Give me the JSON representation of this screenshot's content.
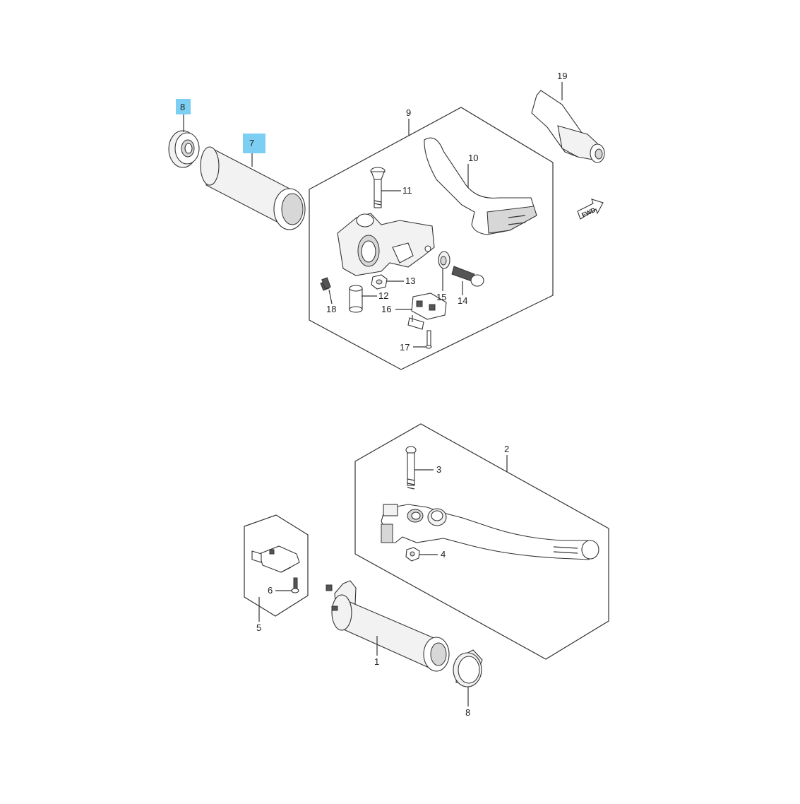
{
  "callouts": {
    "c1": "1",
    "c2": "2",
    "c3": "3",
    "c4": "4",
    "c5": "5",
    "c6": "6",
    "c7": "7",
    "c8a": "8",
    "c8b": "8",
    "c9": "9",
    "c10": "10",
    "c11": "11",
    "c12": "12",
    "c13": "13",
    "c14": "14",
    "c15": "15",
    "c16": "16",
    "c17": "17",
    "c18": "18",
    "c19": "19"
  },
  "fwd_label": "FWD",
  "colors": {
    "highlight": "#7ccff2",
    "line": "#333333",
    "background": "#ffffff"
  },
  "highlighted_parts": [
    "7",
    "8"
  ]
}
